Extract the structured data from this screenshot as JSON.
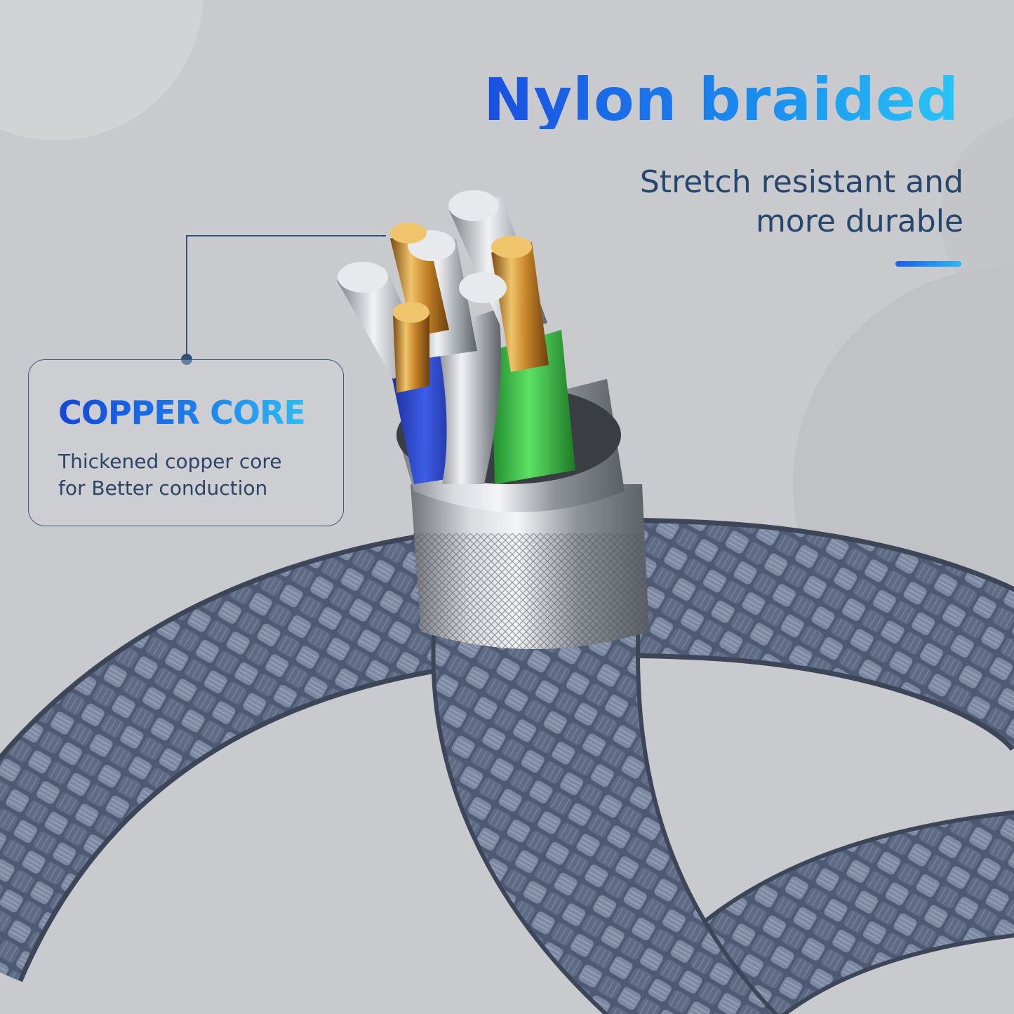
{
  "headline": {
    "title": "Nylon braided",
    "subtitle_lines": [
      "Stretch resistant and",
      "more durable"
    ]
  },
  "callout": {
    "title": "COPPER CORE",
    "desc_lines": [
      "Thickened copper core",
      "for Better conduction"
    ]
  },
  "colors": {
    "background": "#c9cacd",
    "title_gradient_start": "#1a4fe0",
    "title_gradient_end": "#28c6f5",
    "subtitle_text": "#27466e",
    "callout_border": "#3e5a80",
    "braid": "#5d6a84",
    "copper": "#d9a23e",
    "wire_blue": "#2c44cc",
    "wire_green": "#3fc34a",
    "metal_sleeve": "#b9bcc2"
  }
}
